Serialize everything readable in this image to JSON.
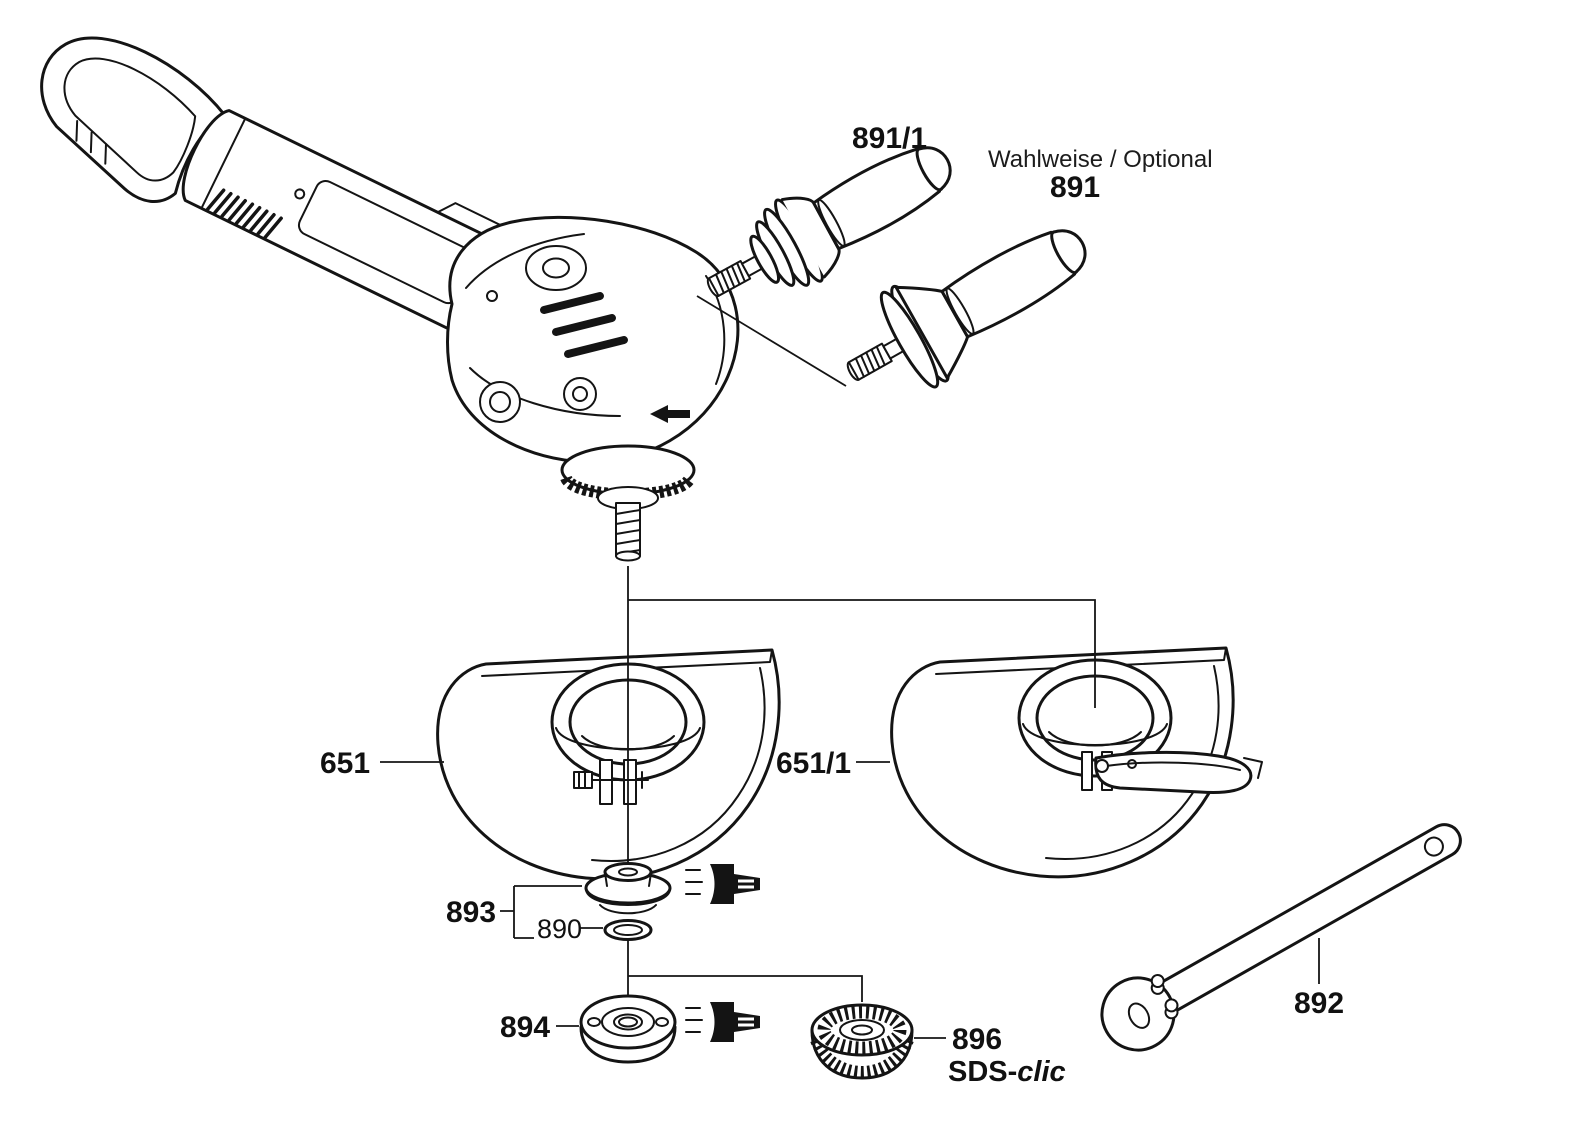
{
  "diagram": {
    "background_color": "#ffffff",
    "line_color": "#141414",
    "note": {
      "text": "Wahlweise / Optional"
    },
    "parts": {
      "aux_handle_variant": {
        "label": "891/1"
      },
      "aux_handle": {
        "label": "891"
      },
      "wheel_guard": {
        "label": "651"
      },
      "wheel_guard_quick_clamp": {
        "label": "651/1"
      },
      "mounting_flange": {
        "label": "893"
      },
      "o_ring": {
        "label": "890"
      },
      "clamping_flange_nut": {
        "label": "894"
      },
      "quick_clamping_nut": {
        "label": "896"
      },
      "quick_clamping_nut_brand": {
        "prefix": "SDS-",
        "suffix": "clic"
      },
      "two_hole_spanner": {
        "label": "892"
      }
    },
    "icons": {
      "grease_tube": "grease-tube-icon"
    }
  }
}
